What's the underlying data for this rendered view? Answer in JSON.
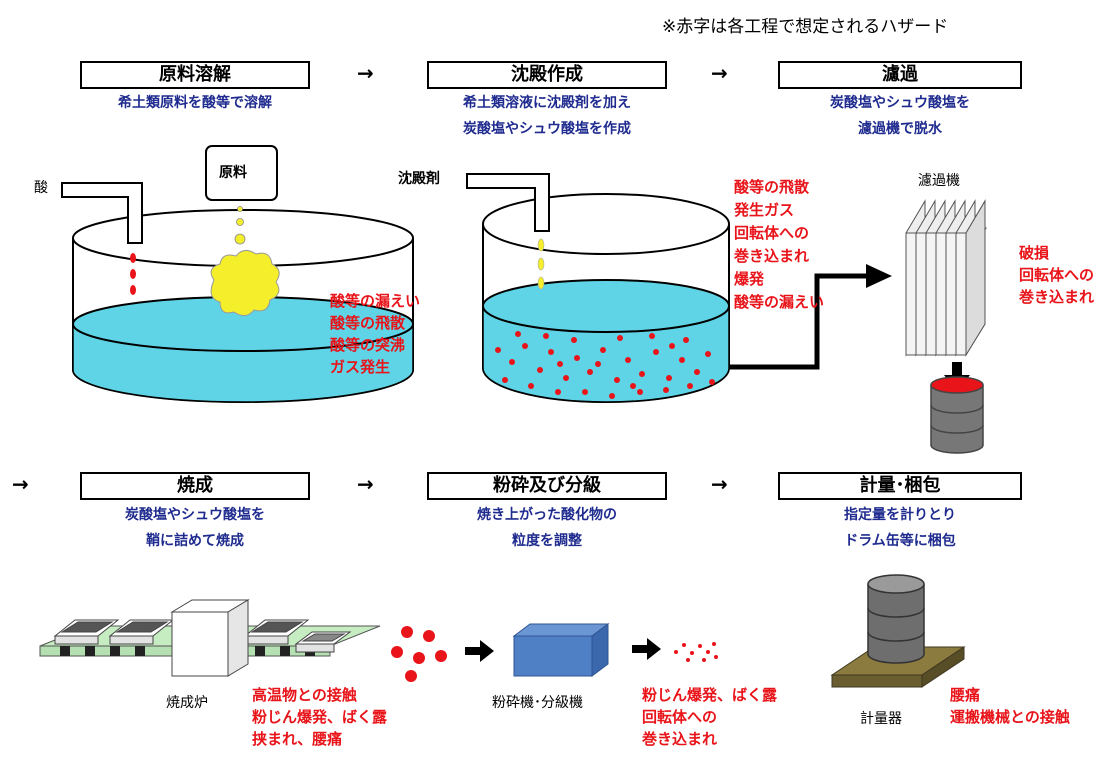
{
  "note": "※赤字は各工程で想定されるハザード",
  "arrow_symbol": "→",
  "steps": [
    {
      "title": "原料溶解",
      "desc": [
        "希土類原料を酸等で溶解"
      ]
    },
    {
      "title": "沈殿作成",
      "desc": [
        "希土類溶液に沈殿剤を加え",
        "炭酸塩やシュウ酸塩を作成"
      ]
    },
    {
      "title": "濾過",
      "desc": [
        "炭酸塩やシュウ酸塩を",
        "濾過機で脱水"
      ]
    },
    {
      "title": "焼成",
      "desc": [
        "炭酸塩やシュウ酸塩を",
        "鞘に詰めて焼成"
      ]
    },
    {
      "title": "粉砕及び分級",
      "desc": [
        "焼き上がった酸化物の",
        "粒度を調整"
      ]
    },
    {
      "title": "計量･梱包",
      "desc": [
        "指定量を計りとり",
        "ドラム缶等に梱包"
      ]
    }
  ],
  "labels": {
    "acid": "酸",
    "raw": "原料",
    "precipitant": "沈殿剤",
    "filter": "濾過機",
    "furnace": "焼成炉",
    "crusher": "粉砕機･分級機",
    "scale": "計量器"
  },
  "hazards": {
    "dissolve": [
      "酸等の漏えい",
      "酸等の飛散",
      "酸等の突沸",
      "ガス発生"
    ],
    "precipitate": [
      "酸等の飛散",
      "発生ガス",
      "回転体への",
      "巻き込まれ",
      "爆発",
      "酸等の漏えい"
    ],
    "filter": [
      "破損",
      "回転体への",
      "巻き込まれ"
    ],
    "firing": [
      "高温物との接触",
      "粉じん爆発、ばく露",
      "挟まれ、腰痛"
    ],
    "crushing": [
      "粉じん爆発、ばく露",
      "回転体への",
      "巻き込まれ"
    ],
    "packing": [
      "腰痛",
      "運搬機械との接触"
    ]
  },
  "colors": {
    "hazard": "#e8141a",
    "description": "#1f2b8f",
    "liquid": "#5fd4e6",
    "particle": "#e8141a",
    "bubble": "#f5ef2b",
    "crusher": "#4f7fc4",
    "drum": "#777777",
    "scale_base": "#8b7b3f"
  }
}
